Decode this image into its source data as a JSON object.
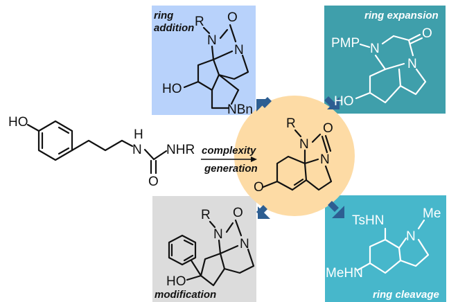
{
  "colors": {
    "ring_addition_bg": "#b8d2fb",
    "ring_expansion_bg": "#3f9fab",
    "modification_bg": "#dcdcdc",
    "ring_cleavage_bg": "#47b7cb",
    "center_circle": "#fddba5",
    "arrow": "#2d5e92"
  },
  "panels": {
    "ring_addition": {
      "label_line1": "ring",
      "label_line2": "addition"
    },
    "ring_expansion": {
      "label": "ring expansion"
    },
    "modification": {
      "label": "modification"
    },
    "ring_cleavage": {
      "label": "ring cleavage"
    }
  },
  "reaction": {
    "arrow_top": "complexity",
    "arrow_bottom": "generation"
  },
  "atoms": {
    "HO": "HO",
    "H": "H",
    "N": "N",
    "NHR": "NHR",
    "O": "O",
    "R": "R",
    "NBn": "NBn",
    "PMP": "PMP",
    "TsHN": "TsHN",
    "Me": "Me",
    "MeHN": "MeHN"
  }
}
